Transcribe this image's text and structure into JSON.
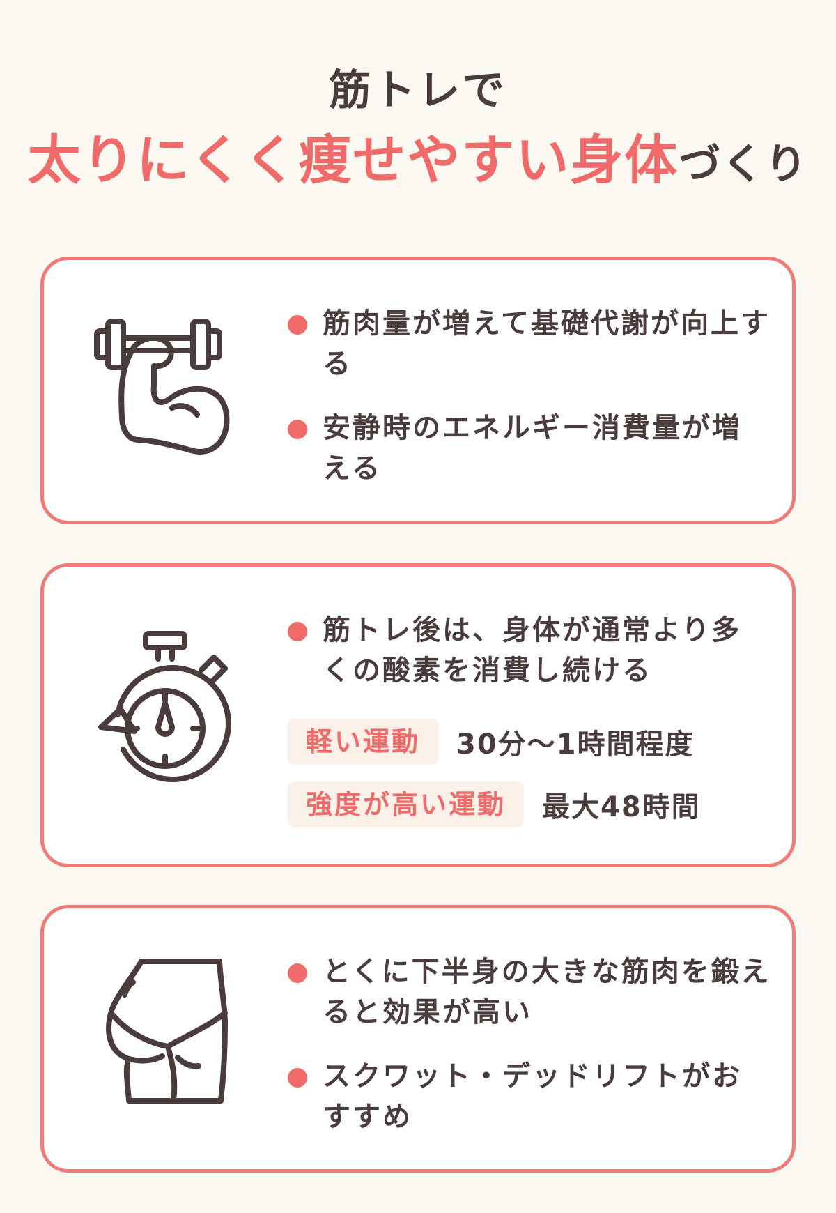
{
  "title": {
    "line1": "筋トレで",
    "accent": "太りにくく痩せやすい身体",
    "tail": "づくり"
  },
  "colors": {
    "accent": "#f06a6a",
    "border": "#f07b76",
    "text": "#4a3b3c",
    "background": "#fbf7f1",
    "tag_background": "#fbf1e8"
  },
  "cards": [
    {
      "icon": "flexed-arm-dumbbell-icon",
      "bullets": [
        "筋肉量が増えて基礎代謝が向上する",
        "安静時のエネルギー消費量が増える"
      ]
    },
    {
      "icon": "stopwatch-icon",
      "bullets": [
        "筋トレ後は、身体が通常より多くの酸素を消費し続ける"
      ],
      "durations": [
        {
          "label": "軽い運動",
          "value": "30分～1時間程度"
        },
        {
          "label": "強度が高い運動",
          "value": "最大48時間"
        }
      ]
    },
    {
      "icon": "hip-lower-body-icon",
      "bullets": [
        "とくに下半身の大きな筋肉を鍛えると効果が高い",
        "スクワット・デッドリフトがおすすめ"
      ]
    }
  ]
}
